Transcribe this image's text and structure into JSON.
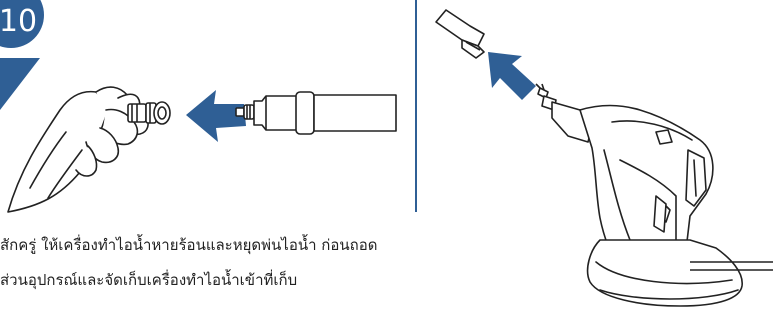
{
  "step": {
    "number": "10"
  },
  "instructions": {
    "line1": "สักครู่ ให้เครื่องทำไอน้ำหายร้อนและหยุดพ่นไอน้ำ ก่อนถอด",
    "line2": "ส่วนอุปกรณ์และจัดเก็บเครื่องทำไอน้ำเข้าที่เก็บ"
  },
  "colors": {
    "accent": "#2f5f95",
    "step_badge_fill": "#2f5f95",
    "arrow_fill": "#2f5f95",
    "line_art": "#222222",
    "text": "#222222"
  },
  "illustrations": {
    "left": "hand-removing-nozzle-from-extension-tube",
    "right": "handheld-steamer-with-nozzle-attachment"
  }
}
